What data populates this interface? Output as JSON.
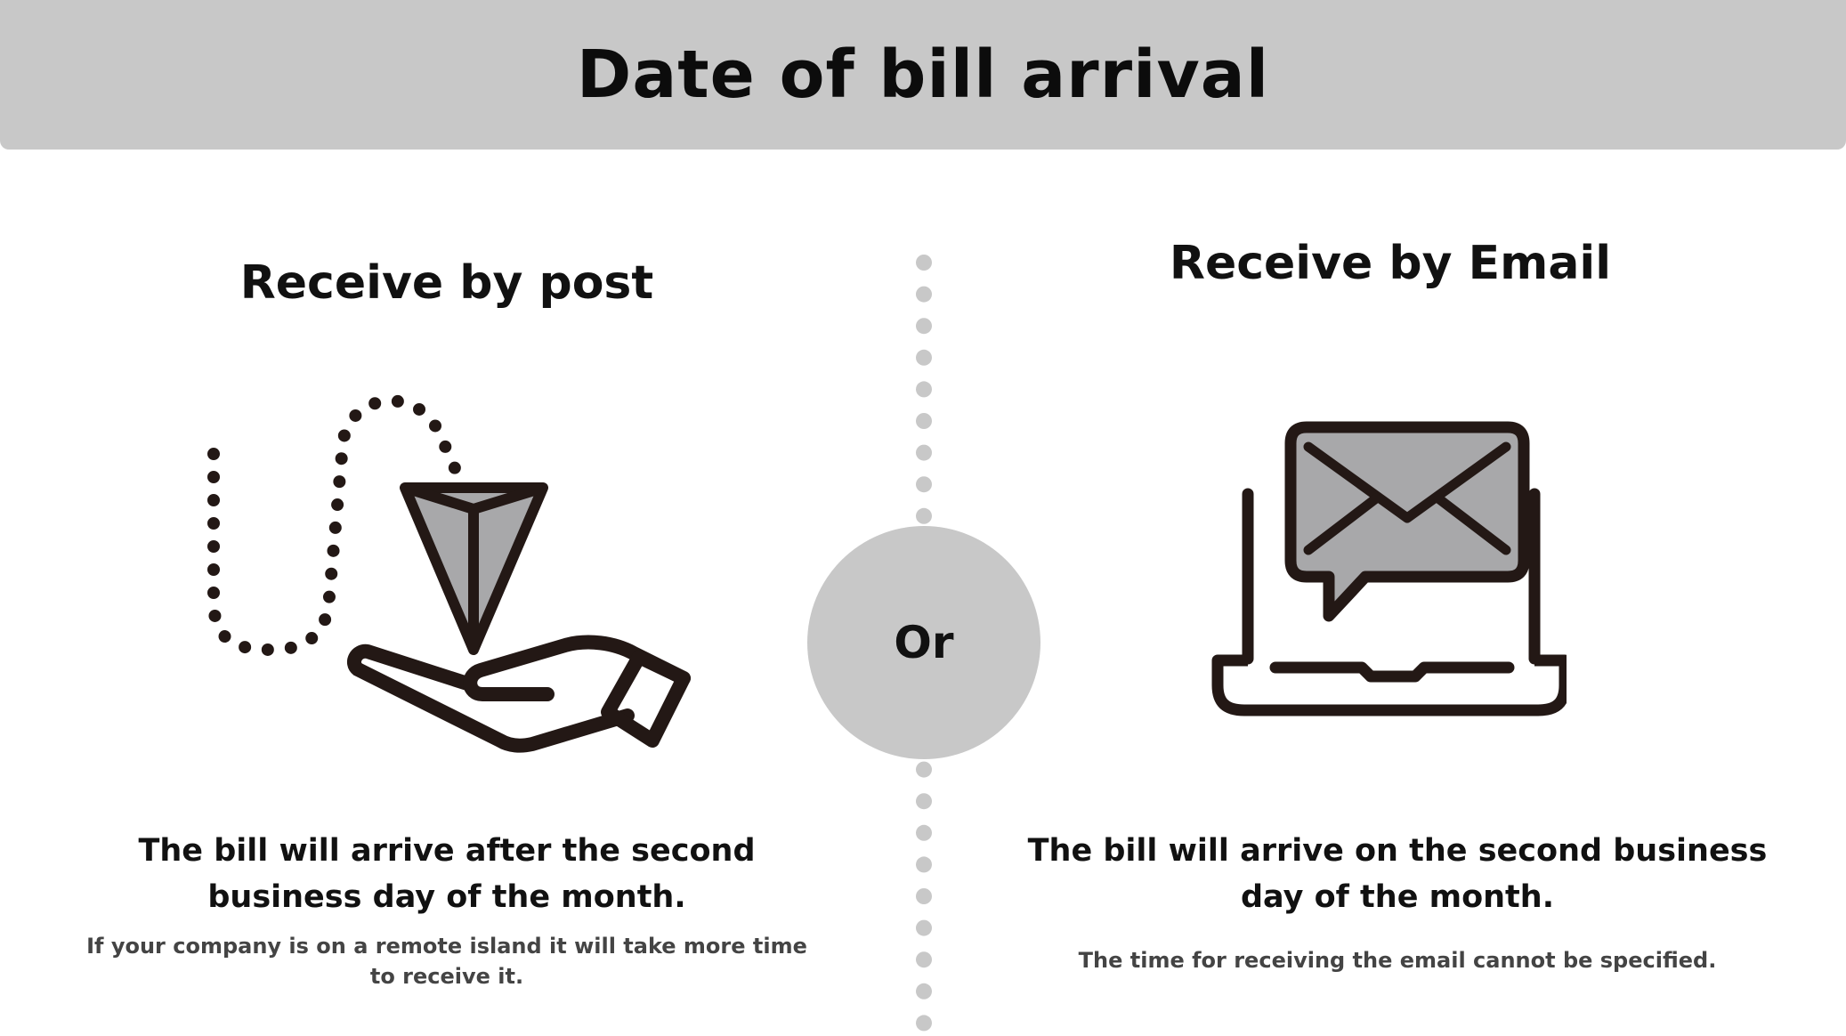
{
  "header": {
    "title": "Date of bill arrival"
  },
  "post": {
    "heading": "Receive by post",
    "main_text": "The bill will arrive after the second business day of the month.",
    "sub_text": "If your company is on a remote island it will take more time to receive it.",
    "icon": "paper-plane-hand-icon"
  },
  "divider": {
    "label": "Or"
  },
  "email": {
    "heading": "Receive by Email",
    "main_text": "The bill will arrive on the second business day of the month.",
    "sub_text": "The time for receiving the email cannot be specified.",
    "icon": "laptop-email-icon"
  },
  "colors": {
    "header_bg": "#c8c8c8",
    "circle_bg": "#c8c8c8",
    "icon_stroke": "#231815",
    "icon_fill": "#a8a8aa",
    "divider_dots": "#c8c8c8"
  }
}
